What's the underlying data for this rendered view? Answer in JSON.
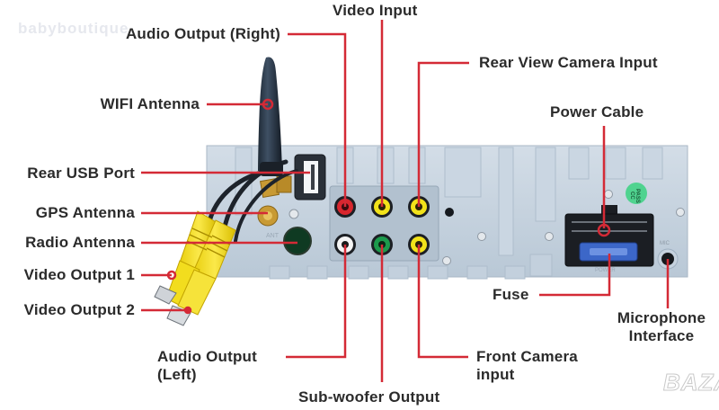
{
  "diagram": {
    "title": "Car stereo rear panel connections",
    "leader_color": "#d42a36",
    "panel_color": "#c5d2de",
    "labels": {
      "video_input": "Video Input",
      "audio_output_right": "Audio Output (Right)",
      "rear_view_camera_input": "Rear View Camera Input",
      "wifi_antenna": "WIFI Antenna",
      "power_cable": "Power Cable",
      "rear_usb_port": "Rear USB Port",
      "gps_antenna": "GPS Antenna",
      "radio_antenna": "Radio Antenna",
      "video_output_1": "Video Output 1",
      "video_output_2": "Video Output 2",
      "fuse": "Fuse",
      "microphone_interface_line1": "Microphone",
      "microphone_interface_line2": "Interface",
      "audio_output_left_line1": "Audio Output",
      "audio_output_left_line2": "(Left)",
      "front_camera_input_line1": "Front Camera",
      "front_camera_input_line2": "input",
      "subwoofer_output": "Sub-woofer Output"
    },
    "panel_marks": {
      "cc_pass_line1": "CC",
      "cc_pass_line2": "PASS",
      "mic": "MIC",
      "ant": "ANT",
      "power": "POWER"
    },
    "rca_jacks": [
      {
        "name": "audio-right",
        "color": "#d8262e"
      },
      {
        "name": "video-in",
        "color": "#f2e21a"
      },
      {
        "name": "camera-in",
        "color": "#f2e21a"
      },
      {
        "name": "audio-left",
        "color": "#f4f4f4"
      },
      {
        "name": "subwoofer",
        "color": "#1c9a4c"
      },
      {
        "name": "front-camera",
        "color": "#f2e21a"
      }
    ],
    "watermarks": {
      "top_left": "babyboutique",
      "bottom_right": "BAZAR"
    }
  }
}
